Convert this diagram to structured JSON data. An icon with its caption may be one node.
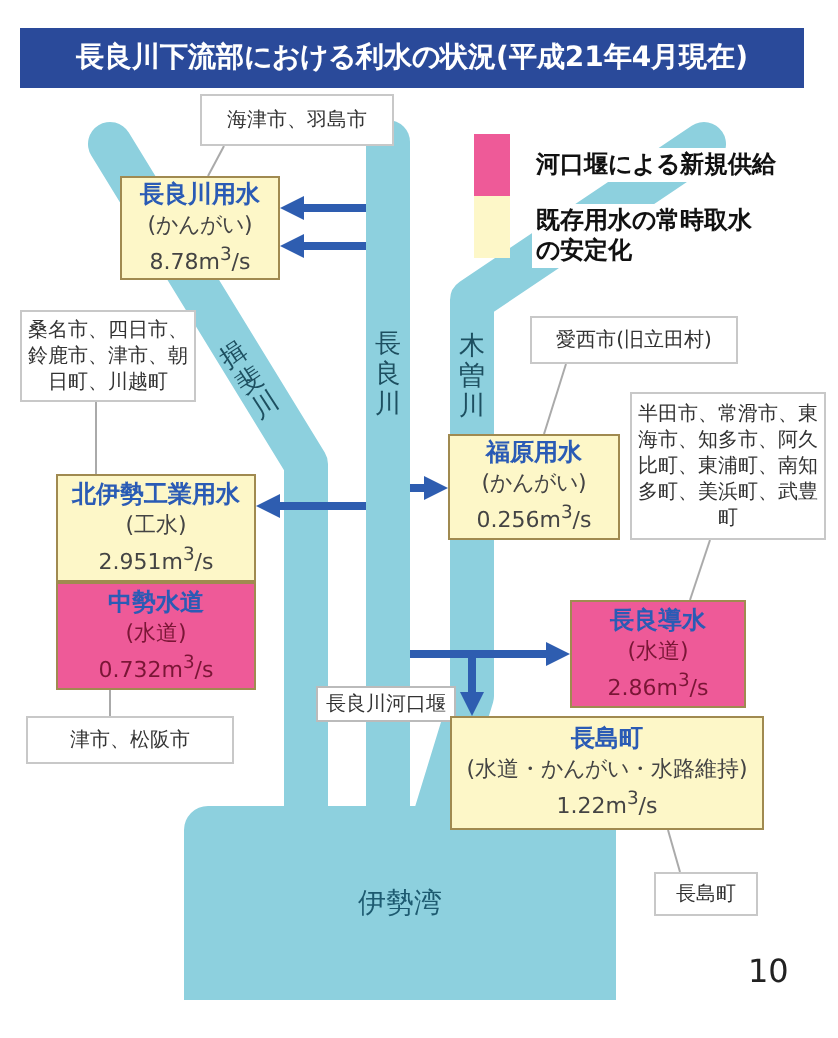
{
  "diagram": {
    "title": "長良川下流部における利水の状況(平成21年4月現在)",
    "nodes": [
      {
        "text": [
          "海津市、羽島市"
        ]
      },
      {
        "text": [
          "長良川用水",
          "(かんがい)",
          "8.78m$^{3}$/s"
        ]
      },
      {
        "text": [
          "長良川"
        ]
      },
      {
        "text": [
          "桑名市、四日市、鈴鹿市、津市、朝日町、川越町"
        ]
      },
      {
        "text": [
          "愛西市(旧立田村)"
        ]
      },
      {
        "text": [
          "北伊勢工業用水",
          "(工水)",
          "2.951m$^{3}$/s"
        ]
      },
      {
        "text": [
          "福原用水",
          "(かんがい)",
          "0.256m$^{3}$/s"
        ]
      },
      {
        "text": [
          "半田市、常滑市、東海市、知多市、阿久比町、東浦町、南知多町、美浜町、武豊町"
        ]
      },
      {
        "text": [
          "中勢水道",
          "(水道)",
          "0.732m$^{3}$/s"
        ]
      },
      {
        "text": [
          "長良導水",
          "(水道)",
          "2.86m$^{3}$/s"
        ]
      },
      {
        "text": [
          "長良川河口堰"
        ]
      },
      {
        "text": [
          "津市、松阪市"
        ]
      },
      {
        "text": [
          "長島町",
          "(水道・かんがい・水路維持)",
          "1.22m$^{3}$/s"
        ]
      },
      {
        "text": [
          "伊勢湾"
        ]
      },
      {
        "text": [
          "長島町"
        ]
      }
    ],
    "edges": [
      {
        "from": 0,
        "to": 1,
        "arrow": "none"
      },
      {
        "from": 2,
        "to": 1,
        "arrow": "to",
        "style": "thick",
        "color": "#2e5db0"
      },
      {
        "from": 2,
        "to": 1,
        "arrow": "to",
        "style": "thick",
        "color": "#2e5db0"
      },
      {
        "from": 3,
        "to": 5,
        "arrow": "none"
      },
      {
        "from": 2,
        "to": 5,
        "arrow": "to",
        "style": "thick",
        "color": "#2e5db0"
      },
      {
        "from": 4,
        "to": 6,
        "arrow": "none"
      },
      {
        "from": 2,
        "to": 6,
        "arrow": "to",
        "style": "thick",
        "color": "#2e5db0"
      },
      {
        "from": 7,
        "to": 9,
        "arrow": "none"
      },
      {
        "from": 2,
        "to": 9,
        "arrow": "to",
        "style": "thick",
        "color": "#2e5db0"
      },
      {
        "from": 2,
        "to": 12,
        "arrow": "to",
        "style": "thick",
        "color": "#2e5db0"
      },
      {
        "from": 11,
        "to": 8,
        "arrow": "none"
      },
      {
        "from": 14,
        "to": 12,
        "arrow": "none"
      }
    ],
    "labels": [
      "揖斐川",
      "木曽川",
      "10"
    ],
    "legend": [
      {
        "text": "河口堰による新規供給",
        "color": "#ee5a98"
      },
      {
        "text": "既存用水の常時取水の安定化",
        "color": "#fdf7c8"
      }
    ]
  }
}
